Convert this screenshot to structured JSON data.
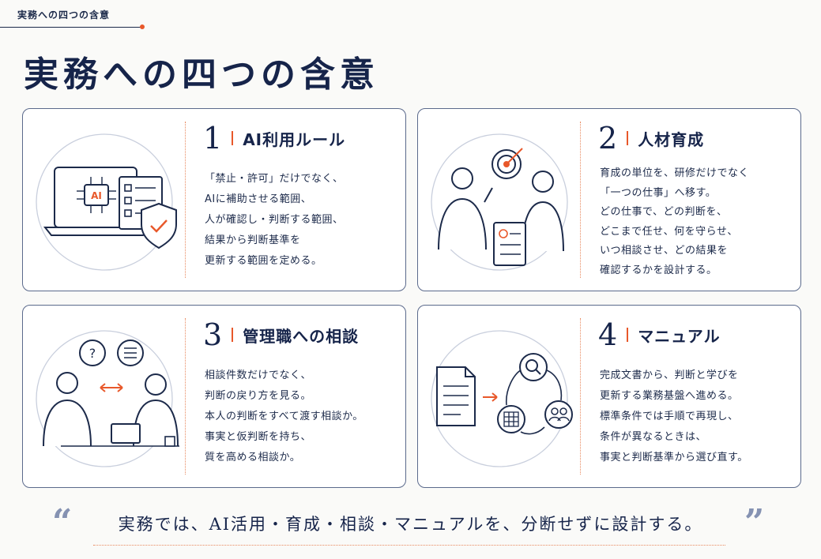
{
  "header": {
    "breadcrumb": "実務への四つの含意",
    "title": "実務への四つの含意"
  },
  "cards": [
    {
      "num": "1",
      "title": "AI利用ルール",
      "lines": [
        "「禁止・許可」だけでなく、",
        "AIに補助させる範囲、",
        "人が確認し・判断する範囲、",
        "結果から判断基準を",
        "更新する範囲を定める。"
      ],
      "icon_text": "AI"
    },
    {
      "num": "2",
      "title": "人材育成",
      "lines": [
        "育成の単位を、研修だけでなく",
        "「一つの仕事」へ移す。",
        "どの仕事で、どの判断を、",
        "どこまで任せ、何を守らせ、",
        "いつ相談させ、どの結果を",
        "確認するかを設計する。"
      ]
    },
    {
      "num": "3",
      "title": "管理職への相談",
      "lines": [
        "相談件数だけでなく、",
        "判断の戻り方を見る。",
        "本人の判断をすべて渡す相談か。",
        "事実と仮判断を持ち、",
        "質を高める相談か。"
      ],
      "icon_text": "?"
    },
    {
      "num": "4",
      "title": "マニュアル",
      "lines": [
        "完成文書から、判断と学びを",
        "更新する業務基盤へ進める。",
        "標準条件では手順で再現し、",
        "条件が異なるときは、",
        "事実と判断基準から選び直す。"
      ]
    }
  ],
  "quote": {
    "open": "“",
    "text": "実務では、AI活用・育成・相談・マニュアルを、分断せずに設計する。",
    "close": "”"
  },
  "colors": {
    "navy": "#16244a",
    "accent": "#e8582a",
    "border": "#5b6a8c"
  }
}
